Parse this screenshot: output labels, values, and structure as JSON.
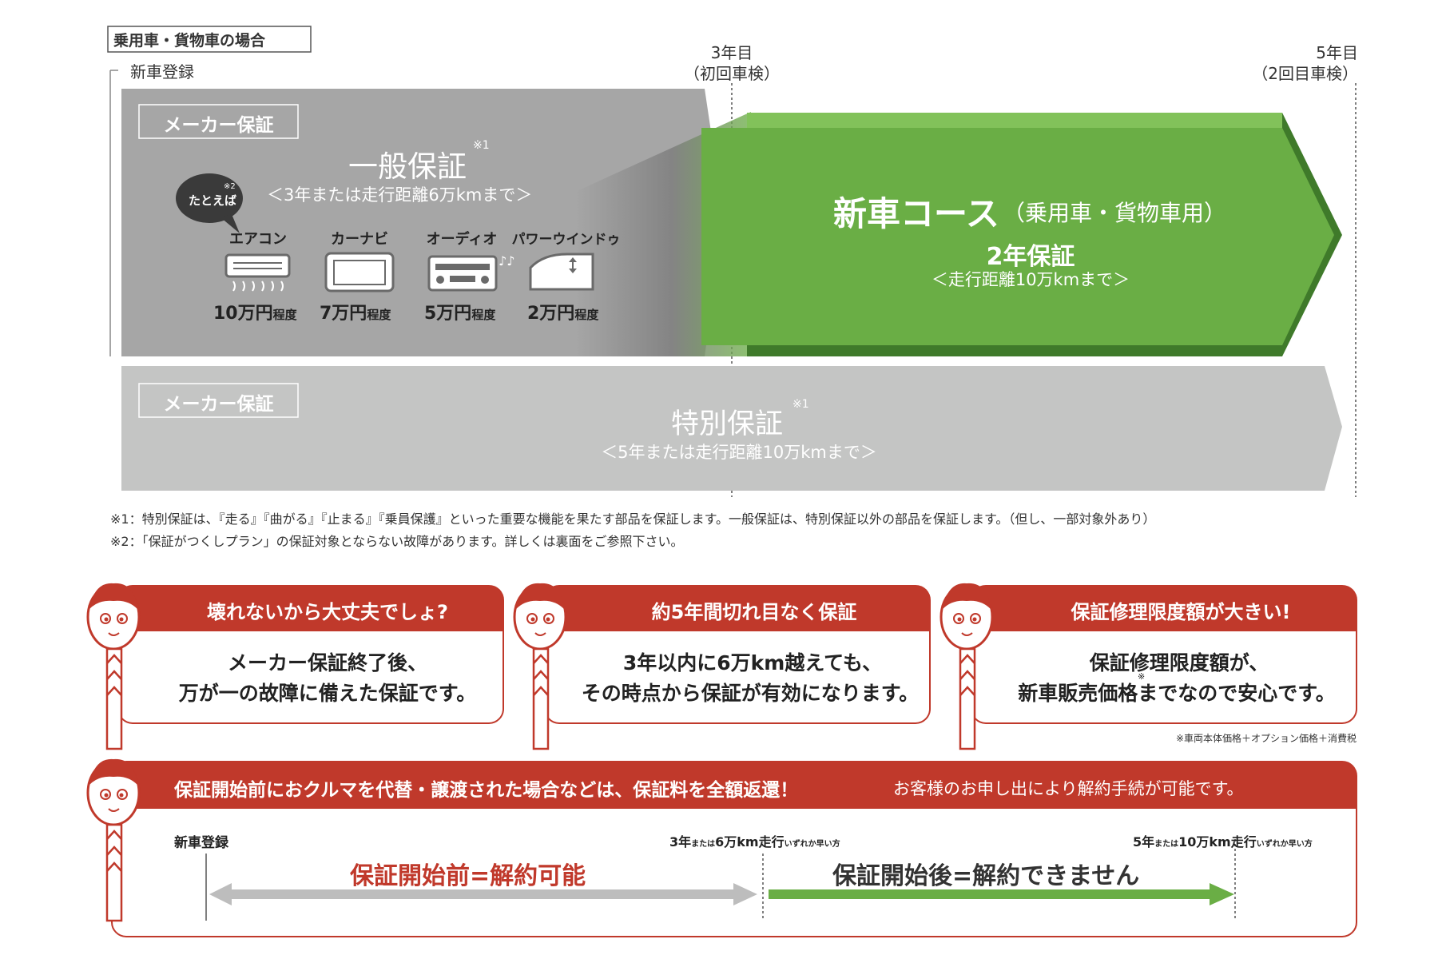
{
  "top": {
    "case_label": "乗用車・貨物車の場合",
    "new_registration": "新車登録",
    "year3_title": "3年目",
    "year3_sub": "（初回車検）",
    "year5_title": "5年目",
    "year5_sub": "（2回目車検）"
  },
  "general": {
    "badge": "メーカー保証",
    "title": "一般保証",
    "note_mark": "※1",
    "range": "＜3年または走行距離6万kmまで＞",
    "bubble": "たとえば",
    "bubble_note": "※2",
    "items": [
      {
        "label": "エアコン",
        "icon": "air-conditioner-icon",
        "price": "10万円",
        "suffix": "程度"
      },
      {
        "label": "カーナビ",
        "icon": "car-navigation-icon",
        "price": "7万円",
        "suffix": "程度"
      },
      {
        "label": "オーディオ",
        "icon": "car-audio-icon",
        "price": "5万円",
        "suffix": "程度"
      },
      {
        "label": "パワーウインドゥ",
        "icon": "power-window-icon",
        "price": "2万円",
        "suffix": "程度"
      }
    ]
  },
  "new_car_course": {
    "title": "新車コース",
    "subtitle": "（乗用車・貨物車用）",
    "period": "2年保証",
    "range": "＜走行距離10万kmまで＞"
  },
  "special": {
    "badge": "メーカー保証",
    "title": "特別保証",
    "note_mark": "※1",
    "range": "＜5年または走行距離10万kmまで＞"
  },
  "footnotes": [
    "※1：特別保証は、『走る』『曲がる』『止まる』『乗員保護』といった重要な機能を果たす部品を保証します。一般保証は、特別保証以外の部品を保証します。（但し、一部対象外あり）",
    "※2：「保証がつくしプラン」の保証対象とならない故障があります。詳しくは裏面をご参照下さい。"
  ],
  "cards": [
    {
      "header": "壊れないから大丈夫でしょ?",
      "line1": "メーカー保証終了後、",
      "line2": "万が一の故障に備えた保証です。"
    },
    {
      "header": "約5年間切れ目なく保証",
      "line1": "3年以内に6万km越えても、",
      "line2": "その時点から保証が有効になります。"
    },
    {
      "header": "保証修理限度額が大きい!",
      "line1": "保証修理限度額が、",
      "line2": "新車販売価格までなので安心です。",
      "mark": "※"
    }
  ],
  "card_note": "※車両本体価格＋オプション価格＋消費税",
  "refund": {
    "header_main": "保証開始前におクルマを代替・譲渡された場合などは、保証料を全額返還！",
    "header_sub": "お客様のお申し出により解約手続が可能です。",
    "start_label": "新車登録",
    "mid_main": "3年",
    "mid_small1": "または",
    "mid_main2": "6万km走行",
    "mid_small2": "いずれか早い方",
    "end_main": "5年",
    "end_small1": "または",
    "end_main2": "10万km走行",
    "end_small2": "いずれか早い方",
    "before_label": "保証開始前=解約可能",
    "after_label": "保証開始後=解約できません"
  },
  "colors": {
    "green": "#6aae45",
    "dark_green": "#3f7a2a",
    "gray_dark": "#a6a6a6",
    "gray_light": "#c4c5c4",
    "red_header": "#c0392b",
    "red_text": "#c0392b"
  }
}
